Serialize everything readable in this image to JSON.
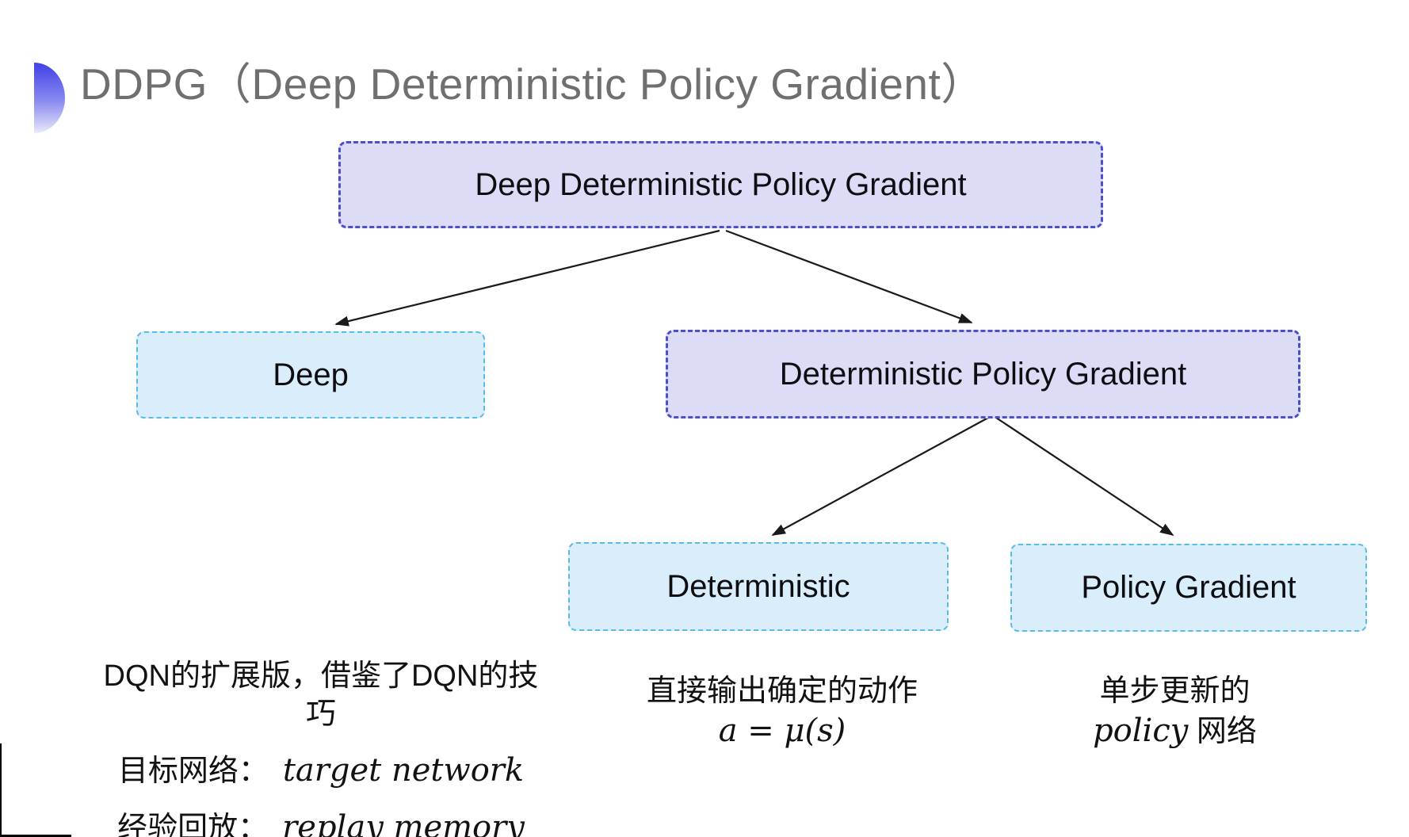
{
  "title": {
    "text": "DDPG（Deep Deterministic Policy Gradient）"
  },
  "tree": {
    "root": {
      "label": "Deep Deterministic Policy Gradient"
    },
    "level1": [
      {
        "label": "Deep"
      },
      {
        "label": "Deterministic Policy Gradient"
      }
    ],
    "level2": [
      {
        "label": "Deterministic"
      },
      {
        "label": "Policy Gradient"
      }
    ]
  },
  "notes": {
    "deep": {
      "line1": "DQN的扩展版，借鉴了DQN的技巧",
      "line2_cn": "目标网络：",
      "line2_en": "target network",
      "line3_cn": "经验回放：",
      "line3_en": "replay memory"
    },
    "deterministic": {
      "line1": "直接输出确定的动作",
      "line2": "a = μ(s)"
    },
    "policy_gradient": {
      "line1": "单步更新的",
      "line2_en": "policy",
      "line2_cn": "网络"
    }
  },
  "colors": {
    "purple_fill": "#dcdcf6",
    "purple_border": "#4a50c9",
    "cyan_fill": "#d9eefa",
    "cyan_border": "#58bce8",
    "title_gray": "#6f6f6f",
    "arrow_color": "#1a1a1a",
    "icon_top": "#3f3fe8",
    "icon_bottom": "#e9e9fb"
  }
}
